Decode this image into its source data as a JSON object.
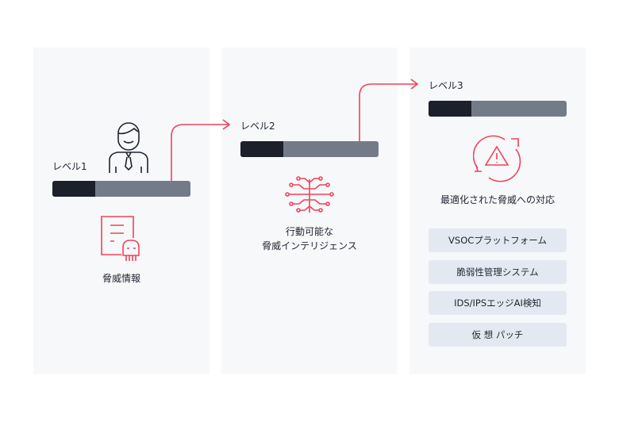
{
  "colors": {
    "accent": "#f0425a",
    "dark": "#1b202a",
    "bar": "#737b88",
    "panel": "#f7f8fa",
    "button": "#e4e9f1"
  },
  "levels": [
    {
      "label": "レベル1",
      "progress": 0.31,
      "caption": "脅威情報",
      "icon": "document-skull-icon"
    },
    {
      "label": "レベル2",
      "progress": 0.31,
      "caption_line1": "行動可能な",
      "caption_line2": "脅威インテリジェンス",
      "icon": "circuit-brain-icon"
    },
    {
      "label": "レベル3",
      "progress": 0.31,
      "caption": "最適化された脅威への対応",
      "icon": "refresh-warning-icon"
    }
  ],
  "solutions": [
    "VSOCプラットフォーム",
    "脆弱性管理システム",
    "IDS/IPSエッジAI検知",
    "仮 想 パッチ"
  ]
}
